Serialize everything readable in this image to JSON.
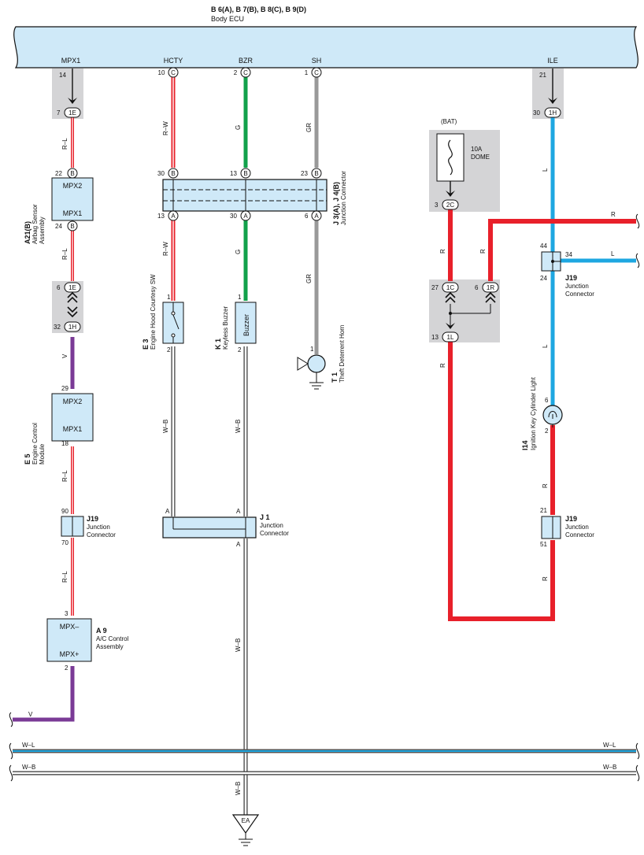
{
  "header": {
    "code": "B 6(A), B 7(B), B 8(C), B 9(D)",
    "name": "Body ECU"
  },
  "ecu_terminals": {
    "mpx1": "MPX1",
    "hcty": "HCTY",
    "bzr": "BZR",
    "sh": "SH",
    "ile": "ILE"
  },
  "wire_colors": {
    "red": "#e8202a",
    "red_white": "#e8202a",
    "green": "#12a14b",
    "gray": "#999999",
    "purple": "#7a3a96",
    "blue": "#1ea7e1",
    "black_white": "#333333",
    "panel": "#cfe9f8",
    "shade": "#d4d4d6"
  },
  "wire_labels": {
    "rl": "R–L",
    "rw": "R–W",
    "g": "G",
    "gr": "GR",
    "v": "V",
    "wb": "W–B",
    "r": "R",
    "l": "L",
    "wl": "W–L"
  },
  "pins": {
    "p14": "14",
    "p7": "7",
    "p22": "22",
    "p24": "24",
    "p6": "6",
    "p32": "32",
    "p29": "29",
    "p18": "18",
    "p90": "90",
    "p70": "70",
    "p3": "3",
    "p2": "2",
    "p10": "10",
    "p1": "1",
    "p30": "30",
    "p13": "13",
    "p23": "23",
    "p21": "21",
    "p44": "44",
    "p34": "34",
    "p27": "27",
    "p51": "51",
    "pA": "A"
  },
  "connector_codes": {
    "c1E": "1E",
    "cB": "B",
    "c1H": "1H",
    "cC": "C",
    "cA": "A",
    "c2C": "2C",
    "c1C": "1C",
    "c1R": "1R",
    "c1L": "1L"
  },
  "components": {
    "airbag": {
      "id": "A21(B)",
      "name_line1": "Airbag Sensor",
      "name_line2": "Assembly",
      "mpx2": "MPX2",
      "mpx1": "MPX1"
    },
    "ecm": {
      "id": "E 5",
      "name_line1": "Engine Control",
      "name_line2": "Module",
      "mpx2": "MPX2",
      "mpx1": "MPX1"
    },
    "j19_a": {
      "id": "J19",
      "line1": "Junction",
      "line2": "Connector"
    },
    "ac": {
      "id": "A 9",
      "line1": "A/C Control",
      "line2": "Assembly",
      "mpx_minus": "MPX–",
      "mpx_plus": "MPX+"
    },
    "hood_sw": {
      "id": "E 3",
      "name": "Engine Hood Courtesy SW"
    },
    "buzzer": {
      "id": "K 1",
      "name": "Keyless Buzzer",
      "label": "Buzzer"
    },
    "jconn": {
      "id": "J 3(A), J 4(B)",
      "name": "Junction Connector"
    },
    "horn": {
      "id": "T 1",
      "name": "Theft Deterrent Horn"
    },
    "j1": {
      "id": "J 1",
      "line1": "Junction",
      "line2": "Connector"
    },
    "fuse": {
      "bat": "(BAT)",
      "rating": "10A",
      "name": "DOME"
    },
    "j19_b": {
      "id": "J19",
      "line1": "Junction",
      "line2": "Connector"
    },
    "key_light": {
      "id": "I14",
      "name": "Ignition Key Cylinder Light"
    },
    "j19_c": {
      "id": "J19",
      "line1": "Junction",
      "line2": "Connector"
    },
    "ground": {
      "label": "EA"
    }
  }
}
